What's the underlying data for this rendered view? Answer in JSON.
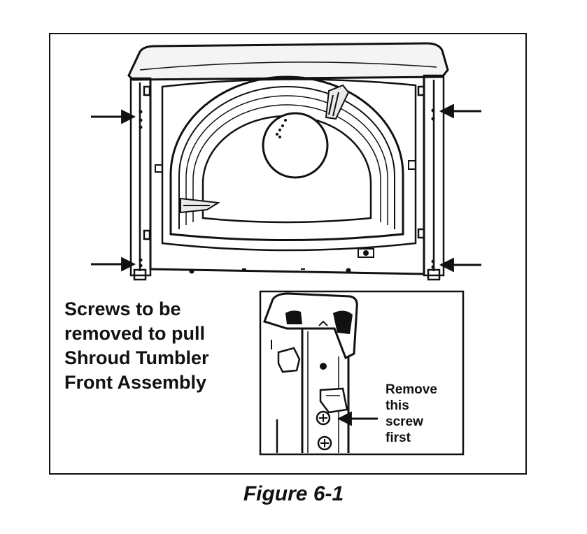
{
  "caption": {
    "lines": [
      "Screws to be",
      "removed to pull",
      "Shroud Tumbler",
      "Front Assembly"
    ]
  },
  "callout": {
    "lines": [
      "Remove",
      "this",
      "screw",
      "first"
    ]
  },
  "figure_label": "Figure 6-1"
}
